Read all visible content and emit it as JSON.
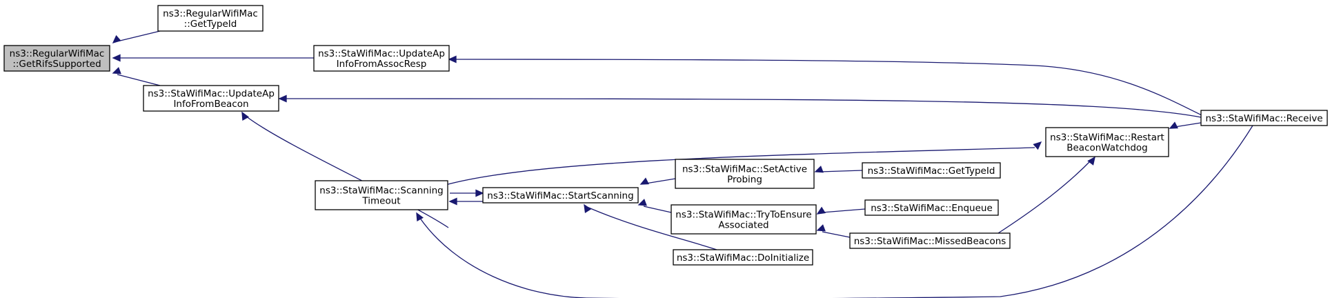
{
  "graph": {
    "nodes": [
      {
        "id": "getrifs",
        "lines": [
          "ns3::RegularWifiMac",
          "::GetRifsSupported"
        ],
        "focus": true
      },
      {
        "id": "reg_gettypeid",
        "lines": [
          "ns3::RegularWifiMac",
          "::GetTypeId"
        ]
      },
      {
        "id": "upd_assoc",
        "lines": [
          "ns3::StaWifiMac::UpdateAp",
          "InfoFromAssocResp"
        ]
      },
      {
        "id": "upd_beacon",
        "lines": [
          "ns3::StaWifiMac::UpdateAp",
          "InfoFromBeacon"
        ]
      },
      {
        "id": "scan_timeout",
        "lines": [
          "ns3::StaWifiMac::Scanning",
          "Timeout"
        ]
      },
      {
        "id": "start_scan",
        "lines": [
          "ns3::StaWifiMac::StartScanning"
        ]
      },
      {
        "id": "set_active",
        "lines": [
          "ns3::StaWifiMac::SetActive",
          "Probing"
        ]
      },
      {
        "id": "try_ensure",
        "lines": [
          "ns3::StaWifiMac::TryToEnsure",
          "Associated"
        ]
      },
      {
        "id": "do_init",
        "lines": [
          "ns3::StaWifiMac::DoInitialize"
        ]
      },
      {
        "id": "sta_gettypeid",
        "lines": [
          "ns3::StaWifiMac::GetTypeId"
        ]
      },
      {
        "id": "enqueue",
        "lines": [
          "ns3::StaWifiMac::Enqueue"
        ]
      },
      {
        "id": "missed",
        "lines": [
          "ns3::StaWifiMac::MissedBeacons"
        ]
      },
      {
        "id": "restart",
        "lines": [
          "ns3::StaWifiMac::Restart",
          "BeaconWatchdog"
        ]
      },
      {
        "id": "receive",
        "lines": [
          "ns3::StaWifiMac::Receive"
        ]
      }
    ],
    "edges": [
      {
        "from": "reg_gettypeid",
        "to": "getrifs"
      },
      {
        "from": "upd_assoc",
        "to": "getrifs"
      },
      {
        "from": "upd_beacon",
        "to": "getrifs"
      },
      {
        "from": "receive",
        "to": "upd_assoc"
      },
      {
        "from": "receive",
        "to": "upd_beacon"
      },
      {
        "from": "scan_timeout",
        "to": "upd_beacon"
      },
      {
        "from": "scan_timeout",
        "to": "restart"
      },
      {
        "from": "scan_timeout",
        "to": "start_scan"
      },
      {
        "from": "start_scan",
        "to": "scan_timeout"
      },
      {
        "from": "set_active",
        "to": "start_scan"
      },
      {
        "from": "try_ensure",
        "to": "start_scan"
      },
      {
        "from": "do_init",
        "to": "start_scan"
      },
      {
        "from": "sta_gettypeid",
        "to": "set_active"
      },
      {
        "from": "enqueue",
        "to": "try_ensure"
      },
      {
        "from": "missed",
        "to": "try_ensure"
      },
      {
        "from": "missed",
        "to": "restart"
      },
      {
        "from": "restart",
        "to": "receive"
      },
      {
        "from": "receive",
        "to": "scan_timeout"
      }
    ]
  }
}
